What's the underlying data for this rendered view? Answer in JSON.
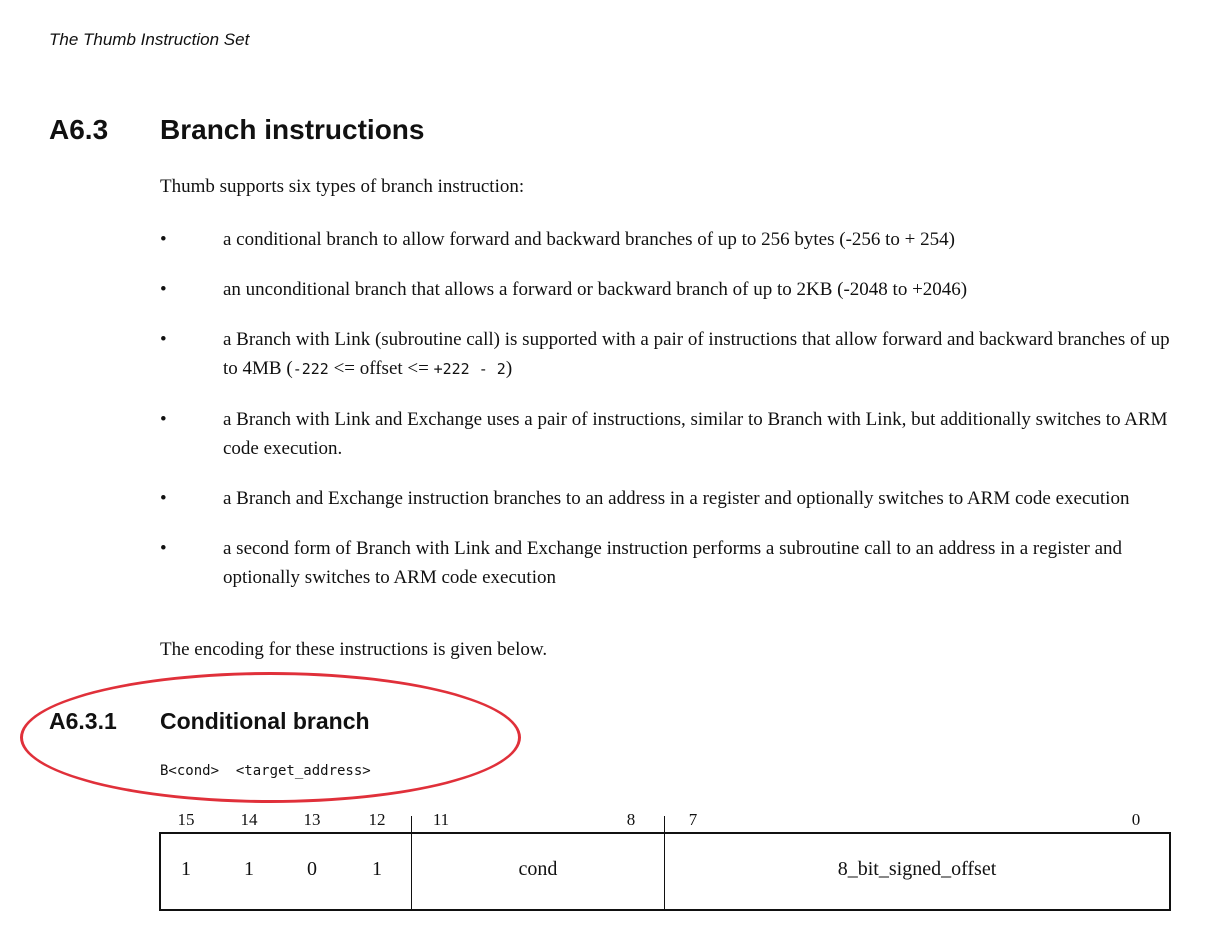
{
  "running_head": "The Thumb Instruction Set",
  "section": {
    "number": "A6.3",
    "title": "Branch instructions",
    "intro": "Thumb supports six types of branch instruction:",
    "bullet_mark": "•",
    "bullets": [
      {
        "text": "a conditional branch to allow forward and backward branches of up to 256 bytes (-256 to + 254)"
      },
      {
        "text": "an unconditional branch that allows a forward or backward branch of up to 2KB (-2048 to +2046)"
      },
      {
        "text_before": "a Branch with Link (subroutine call) is supported with a pair of instructions that allow forward and backward branches of up to 4MB (",
        "code1": "-222",
        "text_mid": " <= offset <= ",
        "code2": "+222 - 2",
        "text_after": ")"
      },
      {
        "text": "a Branch with Link and Exchange uses a pair of instructions, similar to Branch with Link, but additionally switches to ARM code execution."
      },
      {
        "text": "a Branch and Exchange instruction branches to an address in a register and optionally switches to ARM code execution"
      },
      {
        "text": "a second form of Branch with Link and Exchange instruction performs a subroutine call to an address in a register and optionally switches to ARM code execution"
      }
    ],
    "outro": "The encoding for these instructions is given below."
  },
  "subsection": {
    "number": "A6.3.1",
    "title": "Conditional branch",
    "syntax": "B<cond>  <target_address>"
  },
  "encoding": {
    "bit_numbers": [
      "15",
      "14",
      "13",
      "12",
      "11",
      "8",
      "7",
      "0"
    ],
    "fields": [
      "1",
      "1",
      "0",
      "1",
      "cond",
      "8_bit_signed_offset"
    ]
  },
  "colors": {
    "highlight_ellipse": "#e0303a",
    "text": "#111111"
  }
}
